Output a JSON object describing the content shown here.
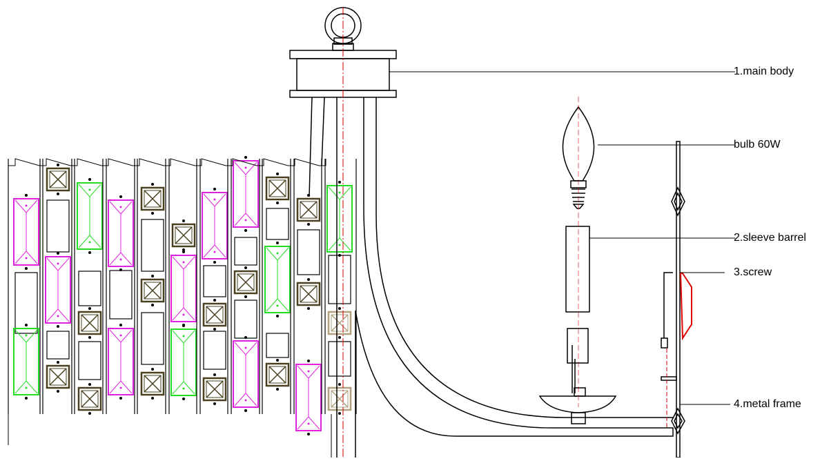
{
  "labels": {
    "main_body": "1.main body",
    "bulb": "bulb 60W",
    "sleeve_barrel": "2.sleeve barrel",
    "screw": "3.screw",
    "metal_frame": "4.metal frame"
  },
  "colors": {
    "line": "#000000",
    "centerline": "#cc0000",
    "crystal_magenta": "#e020e0",
    "crystal_green": "#22dd22",
    "box_olive": "#4a4020",
    "box_tan": "#b0a080",
    "screw_red": "#e00000"
  }
}
